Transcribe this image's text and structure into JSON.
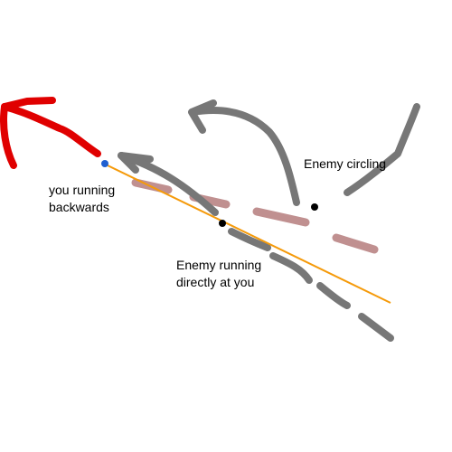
{
  "labels": {
    "you": [
      "you running",
      "backwards"
    ],
    "enemy_direct": [
      "Enemy running",
      "directly at you"
    ],
    "enemy_circling": [
      "Enemy circling"
    ]
  },
  "colors": {
    "you_arrow": "#e00000",
    "you_dot": "#1f5fd0",
    "enemy_path": "#777777",
    "line_of_sight": "#f59a0a",
    "projectile_trail": "#c09090",
    "enemy_dot": "#000000"
  }
}
